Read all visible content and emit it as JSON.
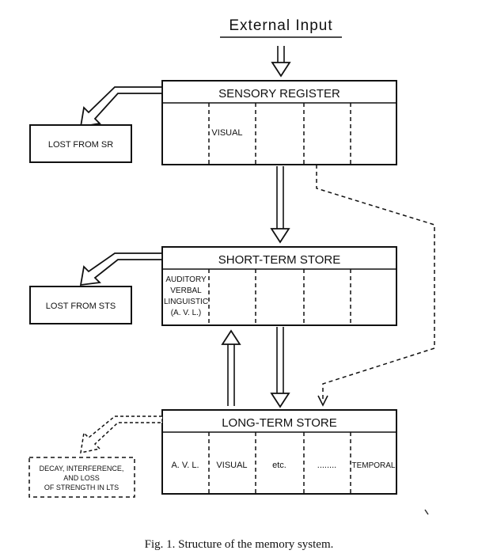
{
  "diagram": {
    "external_input": "External Input",
    "sensory_register": {
      "title": "SENSORY REGISTER",
      "cells": [
        "",
        "VISUAL",
        "",
        "",
        ""
      ]
    },
    "short_term_store": {
      "title": "SHORT-TERM STORE",
      "cell_lines": [
        "AUDITORY",
        "VERBAL",
        "LINGUISTIC",
        "(A. V. L.)"
      ],
      "cells": [
        "",
        "",
        "",
        ""
      ]
    },
    "long_term_store": {
      "title": "LONG-TERM STORE",
      "cells": [
        "A. V. L.",
        "VISUAL",
        "etc.",
        "........",
        "TEMPORAL"
      ]
    },
    "lost_sr": "LOST FROM SR",
    "lost_sts": "LOST FROM STS",
    "decay_lines": [
      "DECAY, INTERFERENCE,",
      "AND LOSS",
      "OF STRENGTH IN LTS"
    ]
  },
  "caption": "Fig. 1. Structure of the memory system."
}
